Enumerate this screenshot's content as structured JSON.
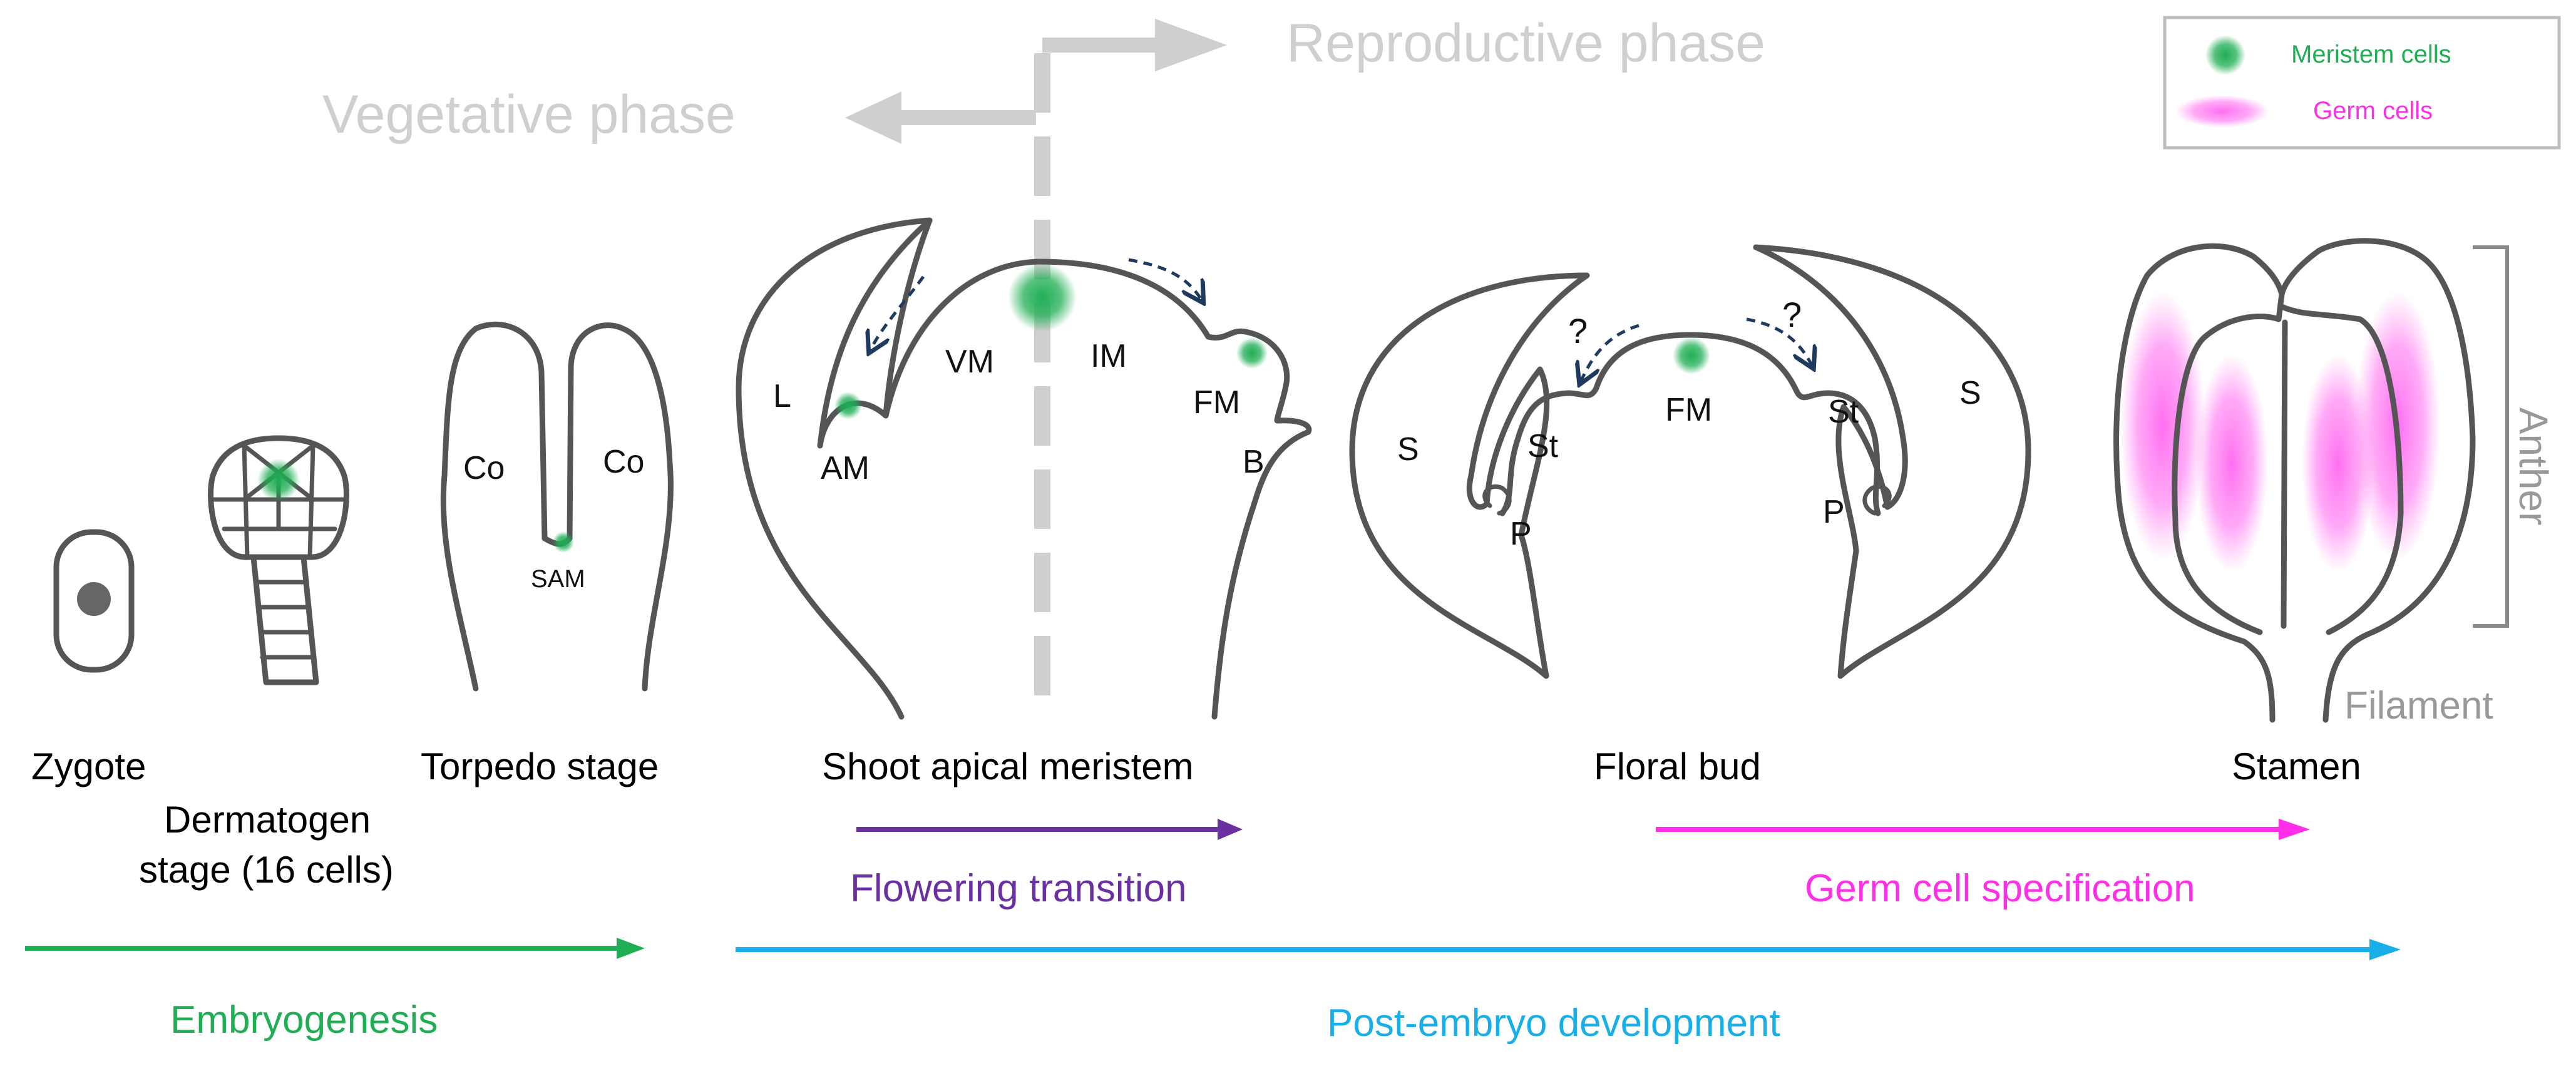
{
  "phases": {
    "reproductive": "Reproductive phase",
    "vegetative": "Vegetative phase"
  },
  "legend": {
    "meristem": "Meristem cells",
    "germ": "Germ cells"
  },
  "organ_labels": {
    "co": "Co",
    "sam": "SAM",
    "l": "L",
    "am": "AM",
    "vm": "VM",
    "im": "IM",
    "fm": "FM",
    "b": "B",
    "s": "S",
    "st": "St",
    "p": "P",
    "question": "?"
  },
  "stages": {
    "zygote": "Zygote",
    "dermatogen_line1": "Dermatogen",
    "dermatogen_line2": "stage (16 cells)",
    "torpedo": "Torpedo stage",
    "shoot_apical_meristem": "Shoot apical meristem",
    "floral_bud": "Floral bud",
    "stamen": "Stamen"
  },
  "stamen_parts": {
    "anther": "Anther",
    "filament": "Filament"
  },
  "processes": {
    "flowering_transition": "Flowering transition",
    "germ_cell_specification": "Germ cell specification",
    "embryogenesis": "Embryogenesis",
    "post_embryo_development": "Post-embryo development"
  },
  "colors": {
    "meristem": "#1fae54",
    "germ": "#ff55ee",
    "flowering": "#6a2fa0",
    "germ_spec": "#ff2ee8",
    "embryogenesis": "#1fae54",
    "post_embryo": "#18aee8",
    "phase_gray": "#cfcfcf",
    "outline": "#555555"
  }
}
